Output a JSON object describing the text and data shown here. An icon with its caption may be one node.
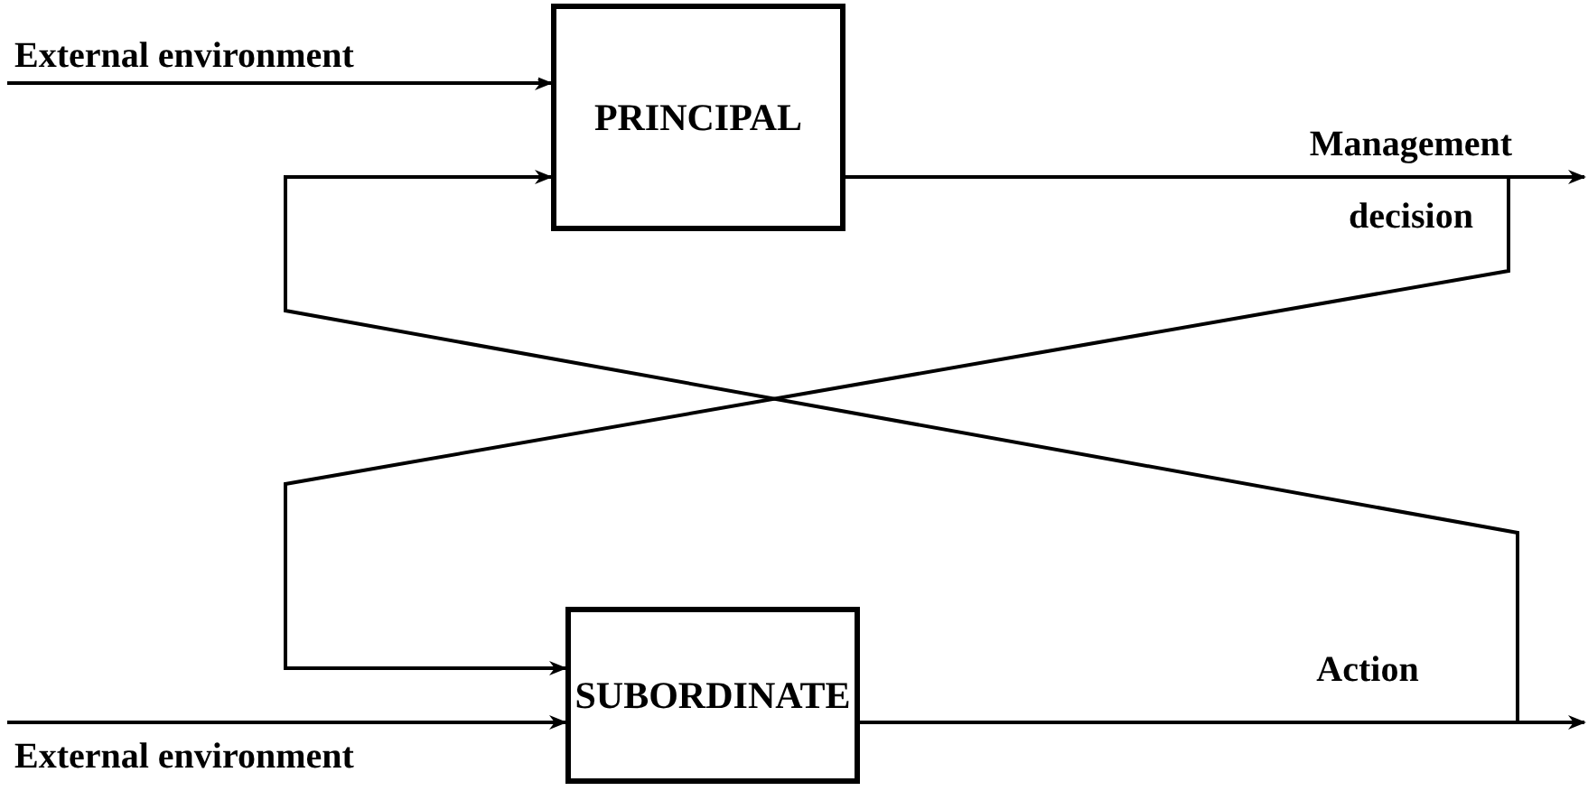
{
  "diagram": {
    "nodes": [
      {
        "text": [
          "PRINCIPAL"
        ]
      },
      {
        "text": [
          "SUBORDINATE"
        ]
      }
    ],
    "edges": [
      {
        "from": null,
        "to": 0,
        "arrow": "to",
        "label": "External environment"
      },
      {
        "from": 0,
        "to": null,
        "arrow": "to",
        "label": "Management decision"
      },
      {
        "from": 0,
        "to": 1,
        "arrow": "to"
      },
      {
        "from": 1,
        "to": null,
        "arrow": "to",
        "label": "Action"
      },
      {
        "from": 1,
        "to": 0,
        "arrow": "to"
      },
      {
        "from": null,
        "to": 1,
        "arrow": "to",
        "label": "External environment"
      }
    ]
  }
}
